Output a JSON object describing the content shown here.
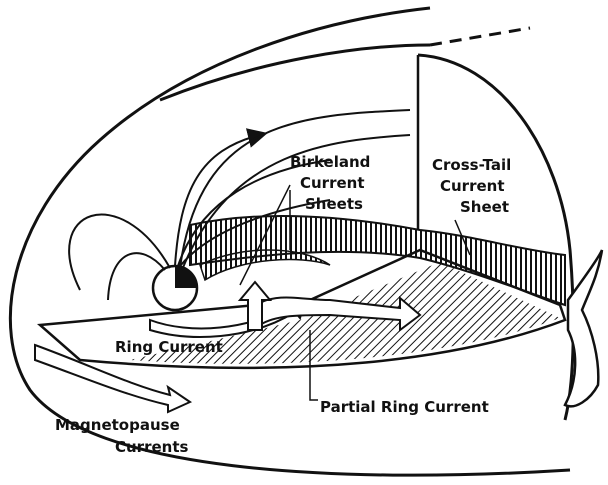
{
  "labels": {
    "birkeland_line1": "Birkeland",
    "birkeland_line2": "Current",
    "birkeland_line3": "Sheets",
    "crosstail_line1": "Cross-Tail",
    "crosstail_line2": "Current",
    "crosstail_line3": "Sheet",
    "ring_current": "Ring Current",
    "partial_ring_current": "Partial Ring Current",
    "magnetopause_line1": "Magnetopause",
    "magnetopause_line2": "Currents"
  }
}
